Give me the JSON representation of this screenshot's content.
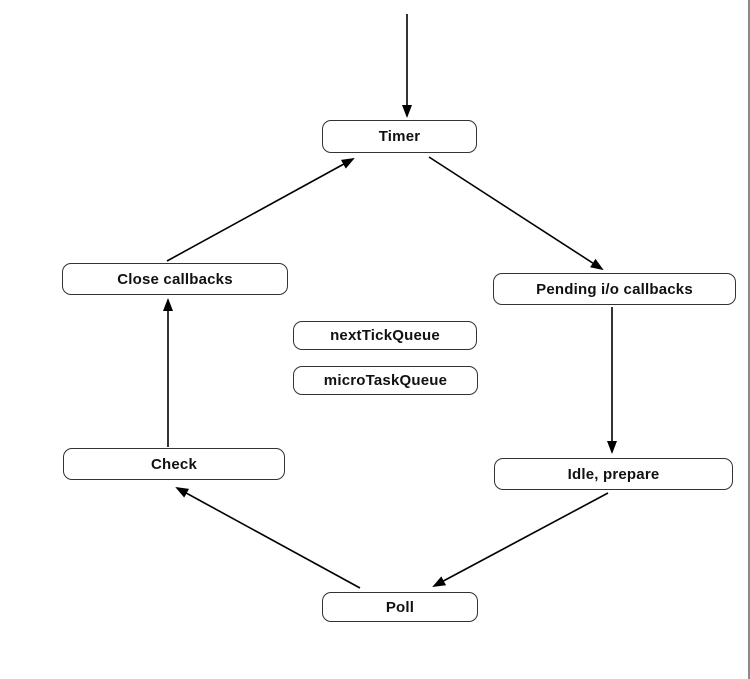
{
  "nodes": {
    "timer": {
      "label": "Timer"
    },
    "close_callbacks": {
      "label": "Close callbacks"
    },
    "pending_io_callbacks": {
      "label": "Pending i/o callbacks"
    },
    "next_tick_queue": {
      "label": "nextTickQueue"
    },
    "micro_task_queue": {
      "label": "microTaskQueue"
    },
    "check": {
      "label": "Check"
    },
    "idle_prepare": {
      "label": "Idle, prepare"
    },
    "poll": {
      "label": "Poll"
    }
  },
  "edges": [
    {
      "from": "entry",
      "to": "timer"
    },
    {
      "from": "close_callbacks",
      "to": "timer"
    },
    {
      "from": "timer",
      "to": "pending_io_callbacks"
    },
    {
      "from": "pending_io_callbacks",
      "to": "idle_prepare"
    },
    {
      "from": "idle_prepare",
      "to": "poll"
    },
    {
      "from": "poll",
      "to": "check"
    },
    {
      "from": "check",
      "to": "close_callbacks"
    }
  ],
  "colors": {
    "background": "#ffffff",
    "box_border": "#333333",
    "text": "#111111",
    "arrow": "#000000",
    "window_edge": "#8a8a8a"
  }
}
